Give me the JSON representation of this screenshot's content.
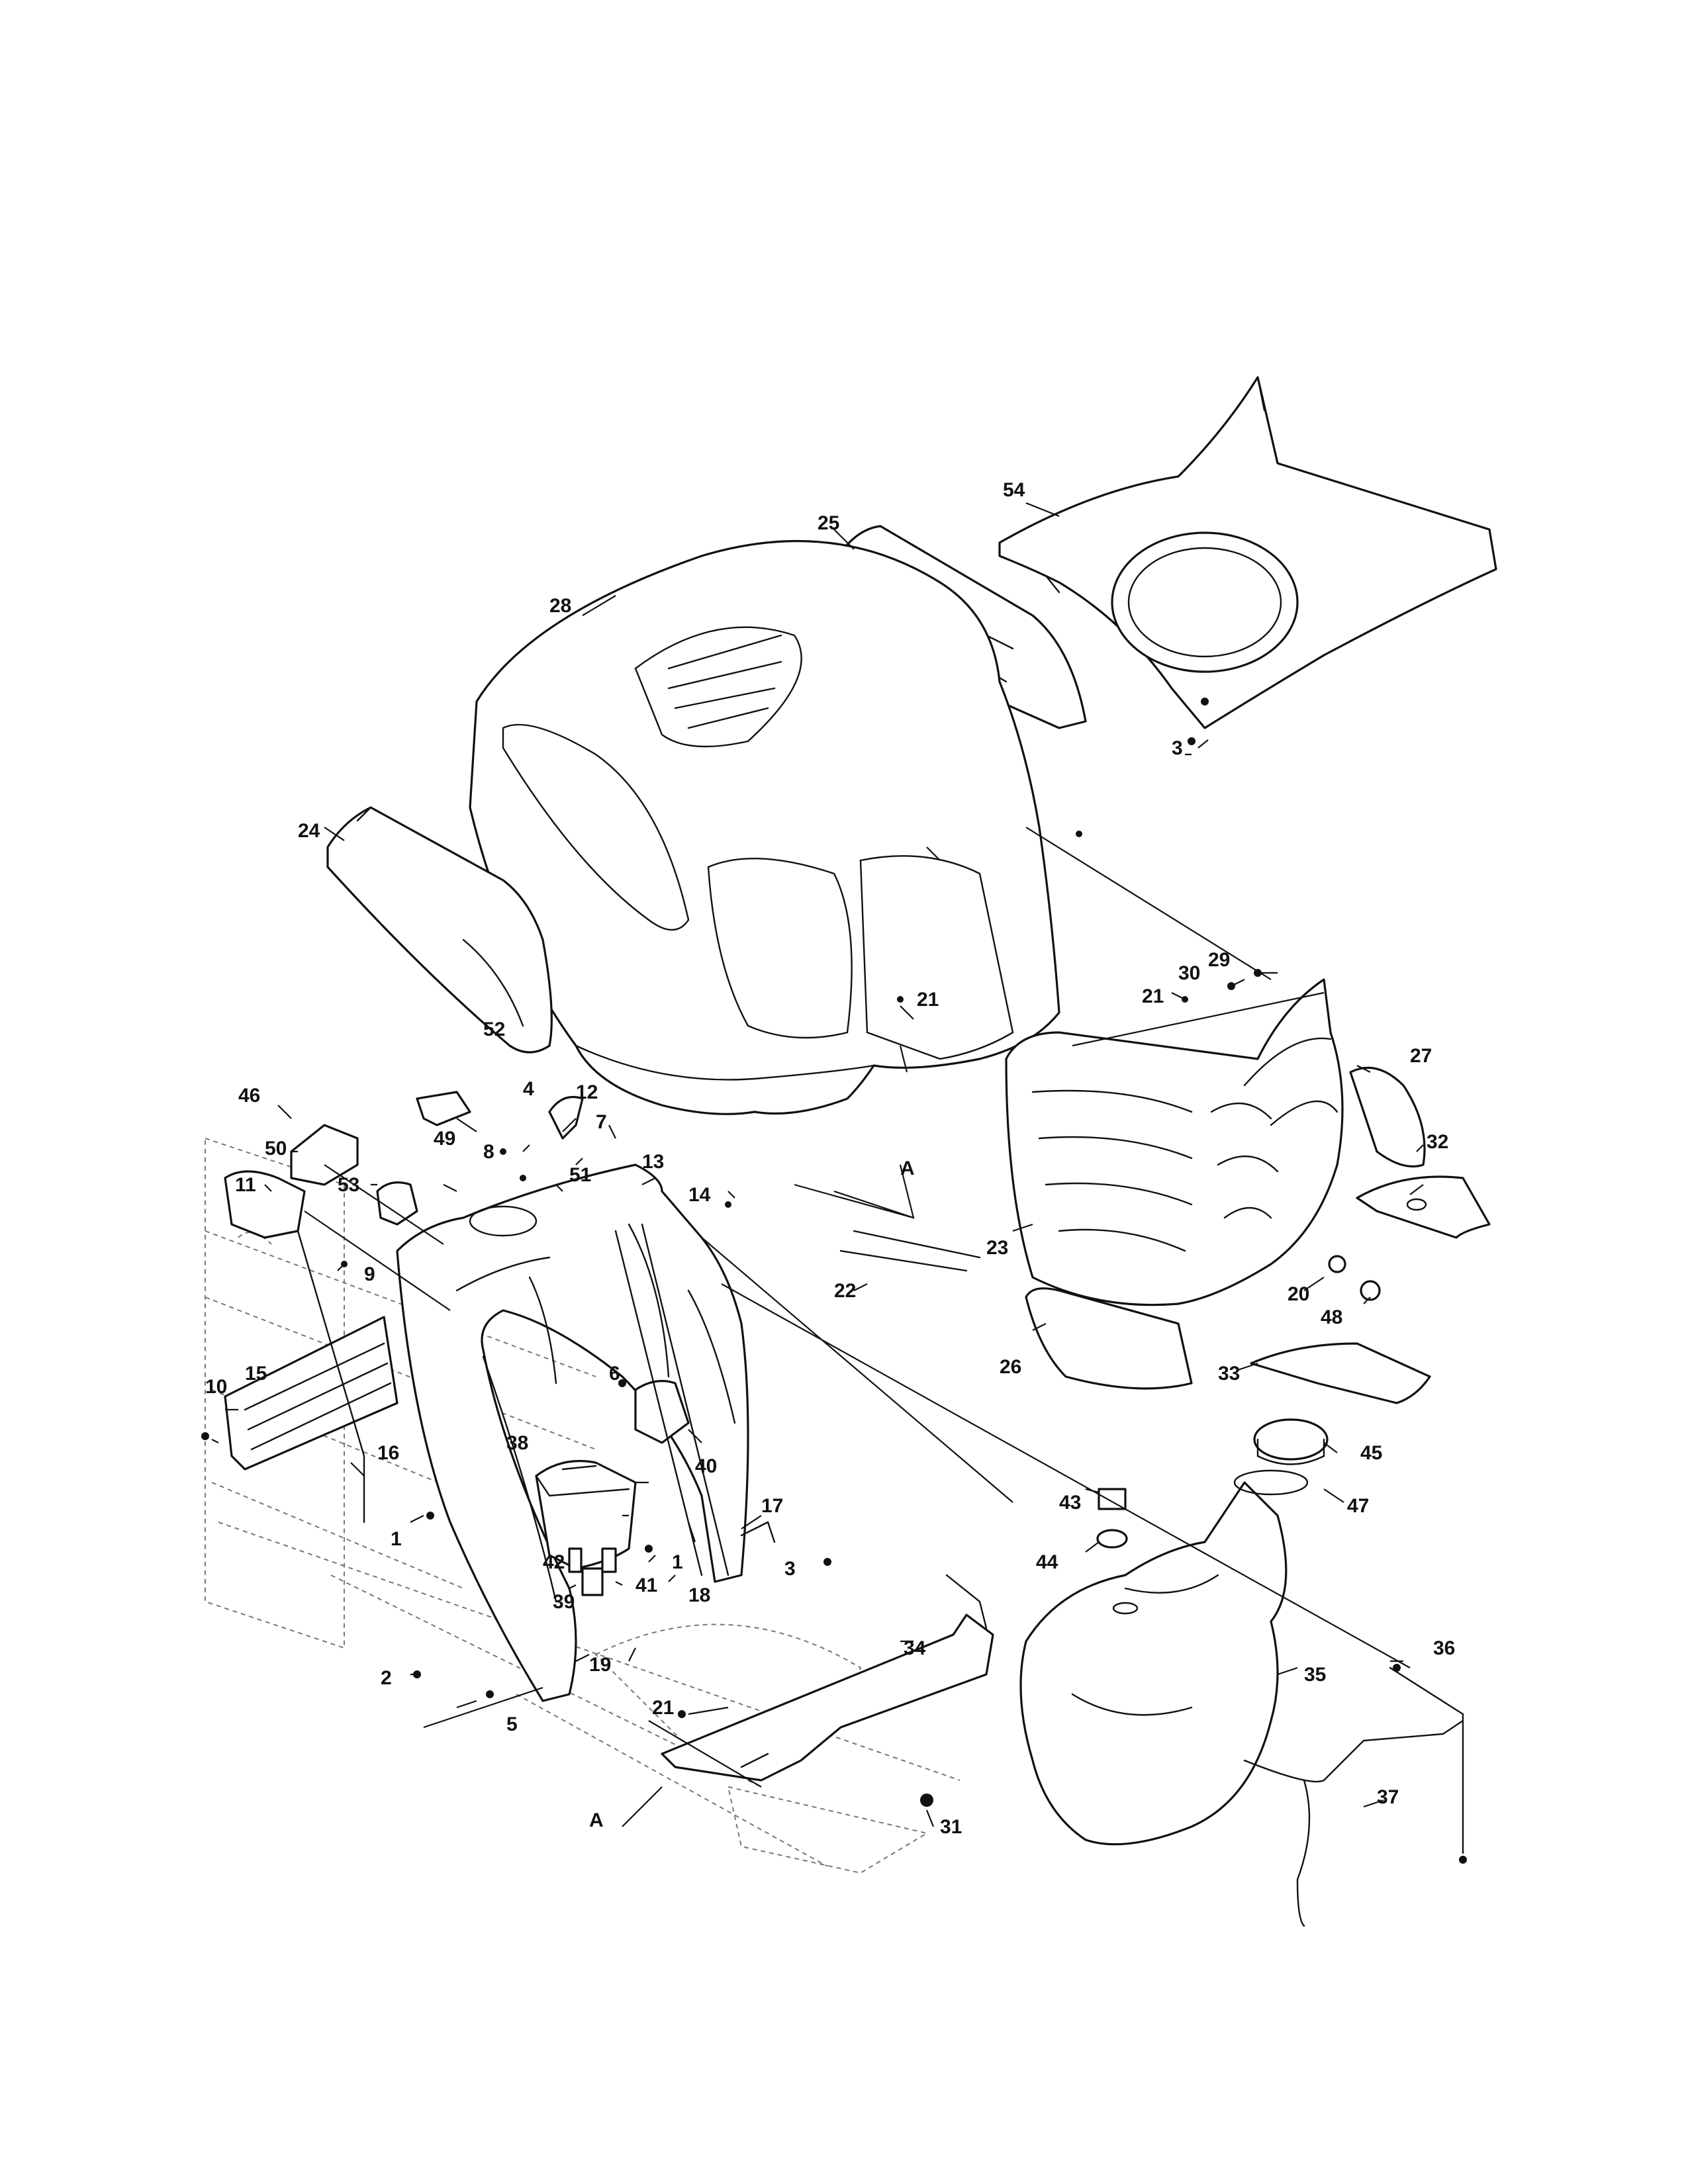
{
  "callouts": [
    "1",
    "2",
    "3",
    "4",
    "5",
    "6",
    "7",
    "8",
    "9",
    "10",
    "11",
    "12",
    "13",
    "14",
    "15",
    "16",
    "17",
    "18",
    "19",
    "20",
    "21",
    "22",
    "23",
    "24",
    "25",
    "26",
    "27",
    "28",
    "29",
    "30",
    "31",
    "32",
    "33",
    "34",
    "35",
    "36",
    "37",
    "38",
    "39",
    "40",
    "41",
    "42",
    "43",
    "44",
    "45",
    "46",
    "47",
    "48",
    "49",
    "50",
    "51",
    "52",
    "53",
    "54",
    "A"
  ],
  "labels": {
    "l1a": "1",
    "l1b": "1",
    "l2": "2",
    "l3a": "3",
    "l3b": "3",
    "l4": "4",
    "l5": "5",
    "l6": "6",
    "l7": "7",
    "l8": "8",
    "l9": "9",
    "l10": "10",
    "l11": "11",
    "l12": "12",
    "l13": "13",
    "l14": "14",
    "l15": "15",
    "l16": "16",
    "l17": "17",
    "l18": "18",
    "l19": "19",
    "l20": "20",
    "l21a": "21",
    "l21b": "21",
    "l21c": "21",
    "l22": "22",
    "l23": "23",
    "l24": "24",
    "l25": "25",
    "l26": "26",
    "l27": "27",
    "l28": "28",
    "l29": "29",
    "l30": "30",
    "l31": "31",
    "l32": "32",
    "l33": "33",
    "l34": "34",
    "l35": "35",
    "l36": "36",
    "l37": "37",
    "l38": "38",
    "l39": "39",
    "l40": "40",
    "l41": "41",
    "l42": "42",
    "l43": "43",
    "l44": "44",
    "l45": "45",
    "l46": "46",
    "l47": "47",
    "l48": "48",
    "l49": "49",
    "l50": "50",
    "l51": "51",
    "l52": "52",
    "l53": "53",
    "l54": "54",
    "lA1": "A",
    "lA2": "A"
  }
}
